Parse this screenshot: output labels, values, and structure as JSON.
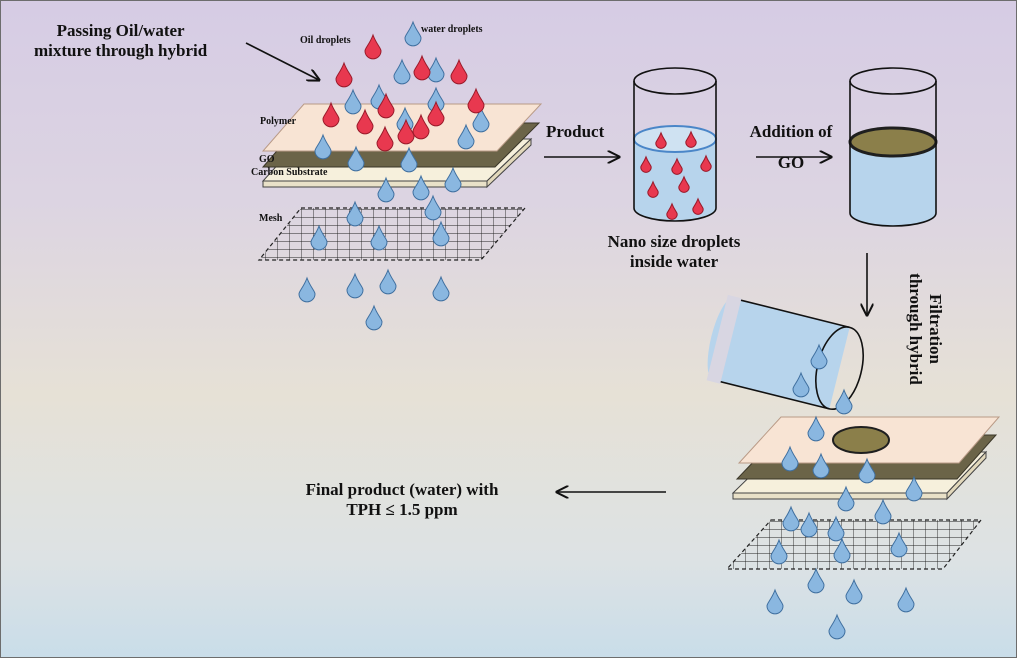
{
  "labels": {
    "passing_line1": "Passing Oil/water",
    "passing_line2": "mixture through hybrid",
    "oil_droplets": "Oil droplets",
    "water_droplets": "water droplets",
    "polymer": "Polymer",
    "go": "GO",
    "carbon_substrate": "Carbon Substrate",
    "mesh": "Mesh",
    "product": "Product",
    "addition_line1": "Addition of",
    "addition_line2": "GO",
    "nano_line1": "Nano size droplets",
    "nano_line2": "inside water",
    "filtration_line1": "Filtration",
    "filtration_line2": "through hybrid",
    "final_line1": "Final product  (water) with",
    "final_line2": "TPH ≤ 1.5 ppm"
  },
  "colors": {
    "oil_droplet": "#e8384f",
    "water_droplet": "#8ab7e0",
    "droplet_outline": "#3f6f9f",
    "polymer_layer": "#f8e4d4",
    "go_layer": "#6b6448",
    "carbon_layer": "#f6f0dc",
    "water_fill": "#b7d4ec",
    "go_fill": "#8b7f4a"
  }
}
